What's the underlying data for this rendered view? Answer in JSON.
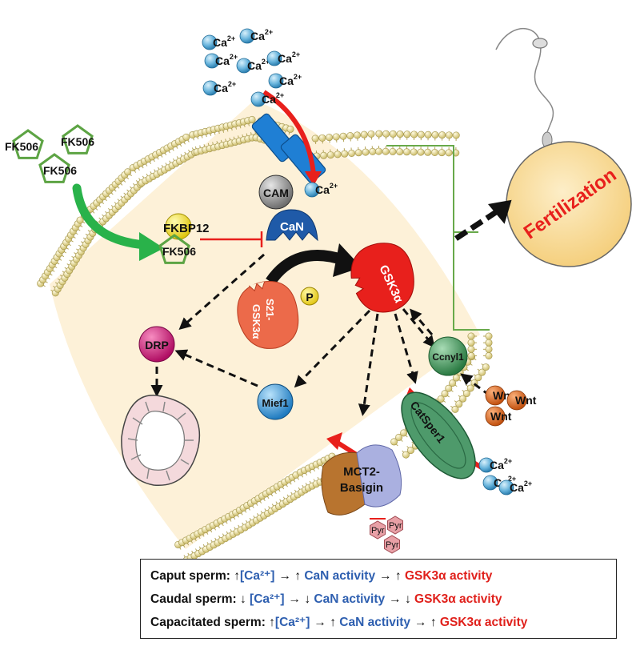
{
  "labels": {
    "ca": "Ca",
    "ca_sup": "2+",
    "fk506": "FK506",
    "fkbp12": "FKBP12",
    "cam": "CAM",
    "can": "CaN",
    "gsk3a": "GSK3α",
    "s21": "S21-",
    "gsk3a_p": "GSK3α",
    "p": "P",
    "drp": "DRP",
    "mief1": "Mief1",
    "ccnyl1": "Ccnyl1",
    "wnt": "Wnt",
    "catsper": "CatSper1",
    "mct2_line1": "MCT2-",
    "mct2_line2": "Basigin",
    "pyr": "Pyr",
    "fertilization": "Fertilization"
  },
  "legend": {
    "rows": [
      {
        "prefix": "Caput sperm: ",
        "arrow1": "↑",
        "ca": "[Ca²⁺]",
        "arrow2": "→ ↑ ",
        "can": "CaN activity",
        "arrow3": "→ ↑ ",
        "gsk": "GSK3α activity"
      },
      {
        "prefix": "Caudal sperm: ",
        "arrow1": "↓",
        "ca": " [Ca²⁺]",
        "arrow2": "→ ↓ ",
        "can": "CaN activity",
        "arrow3": "→ ↓ ",
        "gsk": "GSK3α activity"
      },
      {
        "prefix": "Capacitated sperm: ",
        "arrow1": "↑",
        "ca": "[Ca²⁺]",
        "arrow2": "→ ↑ ",
        "can": "CaN activity",
        "arrow3": "→ ↑ ",
        "gsk": "GSK3α activity"
      }
    ]
  },
  "colors": {
    "cytoplasm": "#fdf1d8",
    "membrane_bead": "#efe4a2",
    "calcium_ion": "#68b4dc",
    "channel_blue": "#1f7fd4",
    "cam_gray": "#8c8c8c",
    "can_blue": "#1f5aa8",
    "fkbp12_yellow": "#f7e43a",
    "gsk3a_red": "#e8201c",
    "s21_gsk3a_orange": "#ec6a4a",
    "drp_magenta": "#d8157a",
    "mief1_blue": "#3a9ee0",
    "ccnyl1_green": "#3d9a55",
    "wnt_orange": "#e56a1e",
    "catsper_green": "#4e9a6b",
    "mct2_brown": "#b8742f",
    "basigin_lavender": "#aab0e0",
    "pyr_pink": "#e8a0a6",
    "fertilization_yellow": "#fbe0a0",
    "fertilization_text": "#e8201c",
    "fk506_green": "#5da444"
  }
}
